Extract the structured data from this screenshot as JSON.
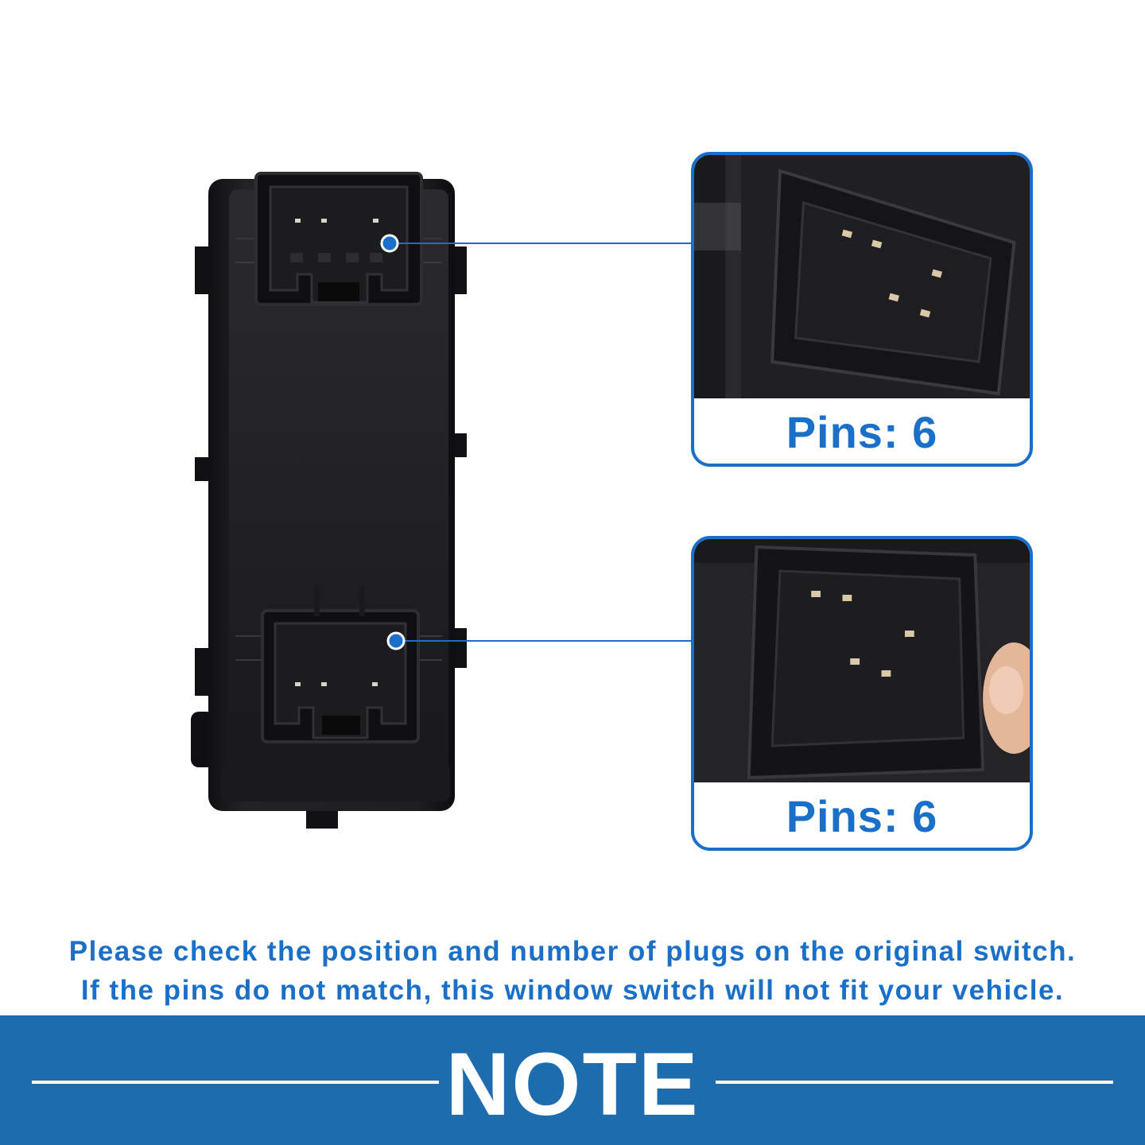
{
  "callouts": [
    {
      "label": "Pins: 6"
    },
    {
      "label": "Pins: 6"
    }
  ],
  "note": {
    "line1": "Please check the position and number of plugs on the original switch.",
    "line2": "If the pins do not match, this window switch will not fit your vehicle."
  },
  "banner": {
    "title": "NOTE"
  },
  "colors": {
    "accent": "#1a6fc9",
    "banner": "#1d6cae",
    "product": "#1b1b1d"
  }
}
